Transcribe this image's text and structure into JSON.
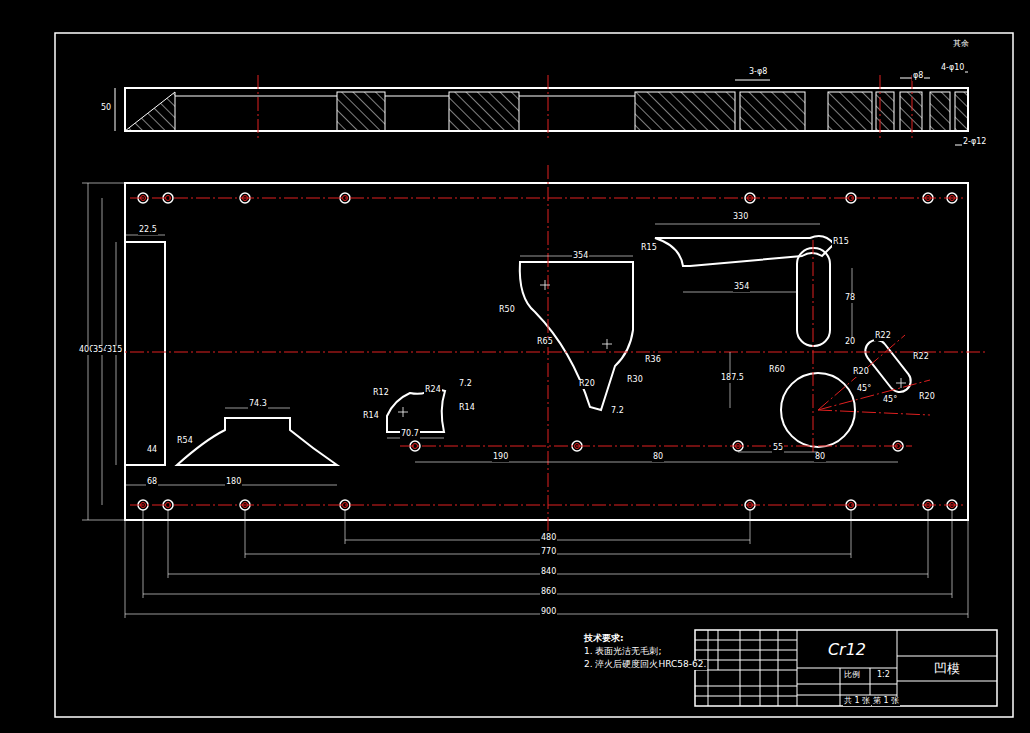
{
  "diagram": {
    "nodes": [
      {
        "text": [
          "Cr12"
        ]
      },
      {
        "text": [
          "凹模"
        ]
      }
    ],
    "labels": [
      "其余",
      "50",
      "3-φ8",
      "φ8",
      "4-φ10",
      "2-φ12",
      "22.5",
      "400",
      "354",
      "315",
      "44",
      "68",
      "180",
      "74.3",
      "R54",
      "R12",
      "R24",
      "7.2",
      "R14",
      "R14",
      "70.7",
      "354",
      "R50",
      "R65",
      "R20",
      "7.2",
      "R36",
      "R30",
      "330",
      "R15",
      "R15",
      "354",
      "78",
      "20",
      "187.5",
      "R60",
      "R22",
      "R22",
      "R20",
      "45°",
      "45°",
      "R20",
      "190",
      "80",
      "55",
      "80",
      "480",
      "770",
      "840",
      "860",
      "900",
      "技术要求:",
      "1. 表面光洁无毛刺;",
      "2. 淬火后硬度回火HRC58-62.",
      "比例",
      "1:2",
      "共 1 张",
      "第 1 张"
    ]
  }
}
